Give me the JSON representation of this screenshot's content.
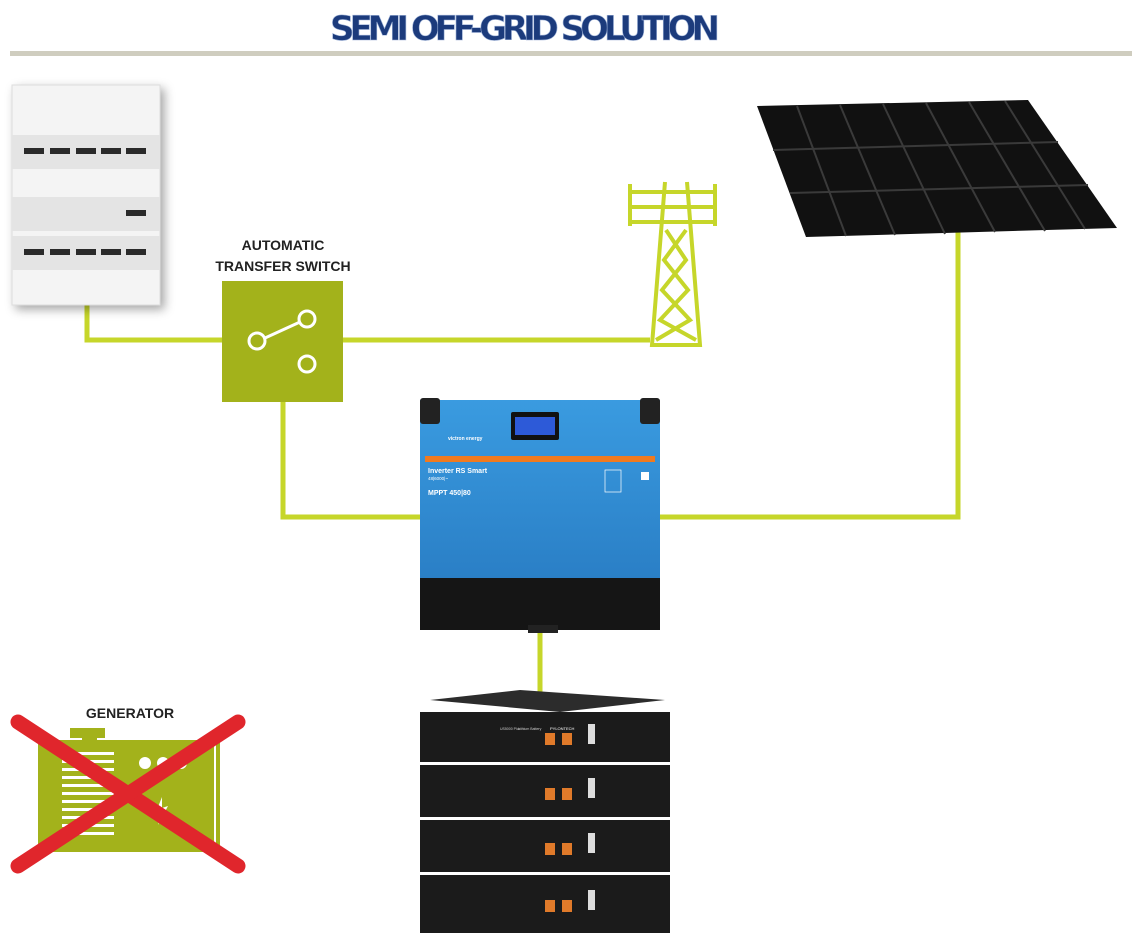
{
  "title": "Semi Off-Grid Solution",
  "title_display": "SEMI OFF-GRID SOLUTION",
  "colors": {
    "title": "#1c3b7c",
    "wire": "#c6d62a",
    "switch_box": "#a3b21b",
    "inverter": "#2e8fd8",
    "cross": "#e0262c",
    "rule": "#cfcdbf"
  },
  "components": {
    "distribution_panel": {
      "icon": "breaker-panel-icon"
    },
    "transfer_switch": {
      "label_line1": "AUTOMATIC",
      "label_line2": "TRANSFER SWITCH",
      "icon": "switch-icon"
    },
    "grid": {
      "icon": "power-pylon-icon"
    },
    "solar": {
      "icon": "solar-panel-icon"
    },
    "inverter": {
      "brand": "victron energy",
      "model": "Inverter RS Smart",
      "rating": "48|6000|~",
      "mppt": "MPPT 450|80"
    },
    "battery": {
      "count": 4,
      "model": "US5000 Plus",
      "type": "Lithium Battery",
      "brand": "PYLONTECH"
    },
    "generator": {
      "label": "GENERATOR",
      "status": "crossed-out",
      "icon": "generator-icon"
    }
  }
}
